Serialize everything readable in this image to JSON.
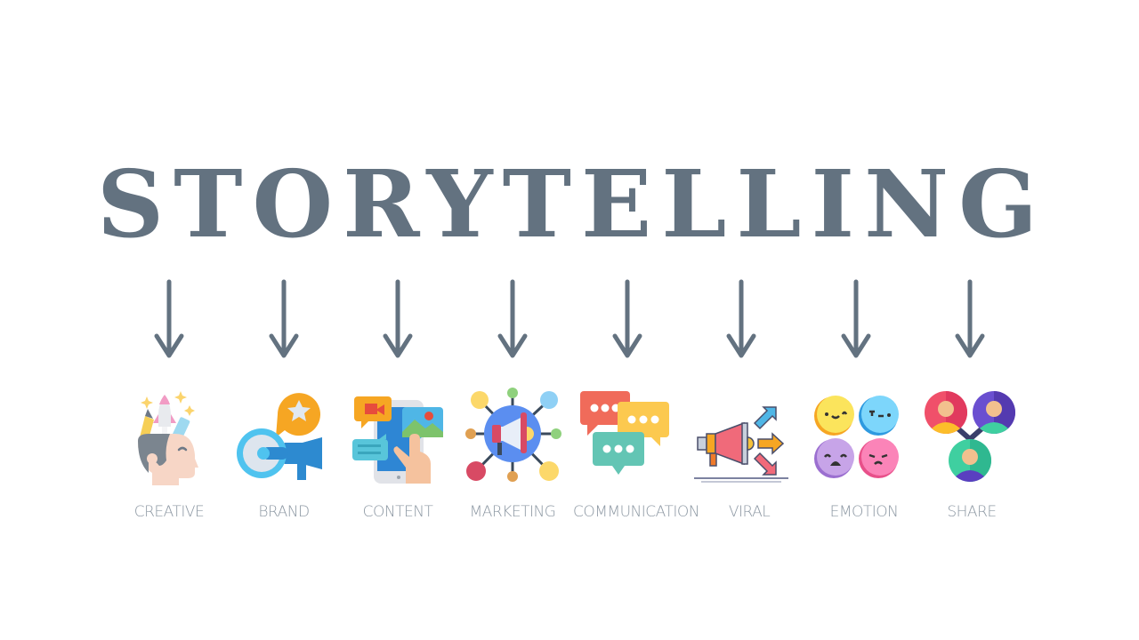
{
  "title": "STORYTELLING",
  "colors": {
    "title": "#637280",
    "arrow": "#637280",
    "label": "#8d98a3",
    "background": "#ffffff"
  },
  "items": [
    {
      "label": "CREATIVE",
      "icon": "creative-head-icon"
    },
    {
      "label": "BRAND",
      "icon": "brand-megaphone-star-icon"
    },
    {
      "label": "CONTENT",
      "icon": "content-phone-media-icon"
    },
    {
      "label": "MARKETING",
      "icon": "marketing-network-megaphone-icon"
    },
    {
      "label": "COMMUNICATION",
      "icon": "communication-chat-bubbles-icon"
    },
    {
      "label": "VIRAL",
      "icon": "viral-megaphone-arrows-icon"
    },
    {
      "label": "EMOTION",
      "icon": "emotion-faces-icon"
    },
    {
      "label": "SHARE",
      "icon": "share-people-network-icon"
    }
  ]
}
